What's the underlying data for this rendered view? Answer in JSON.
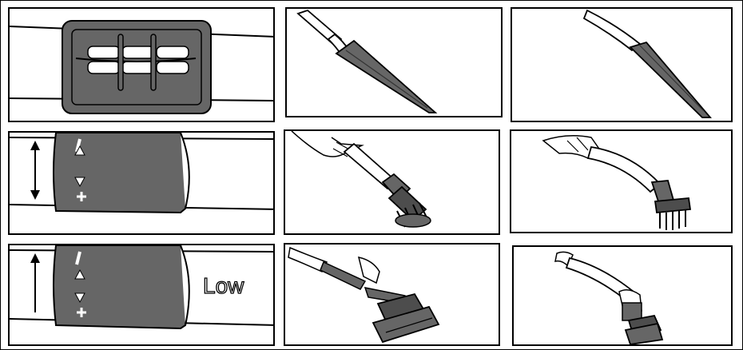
{
  "labels": {
    "low": "Low"
  },
  "colors": {
    "band": "#666666",
    "band_dark": "#4d4d4d",
    "outline": "#000000",
    "background": "#ffffff"
  },
  "panels": [
    {
      "name": "panel-handle-grip",
      "icon": "handle-grip"
    },
    {
      "name": "panel-crevice-tool-1",
      "icon": "crevice-tool"
    },
    {
      "name": "panel-crevice-tool-2",
      "icon": "crevice-tool"
    },
    {
      "name": "panel-suction-control-bidirectional",
      "icon": "suction-slider"
    },
    {
      "name": "panel-dusting-brush-1",
      "icon": "dusting-brush"
    },
    {
      "name": "panel-dusting-brush-2",
      "icon": "dusting-brush"
    },
    {
      "name": "panel-suction-control-low",
      "icon": "suction-slider"
    },
    {
      "name": "panel-upholstery-tool-1",
      "icon": "upholstery-tool"
    },
    {
      "name": "panel-upholstery-tool-2",
      "icon": "upholstery-tool"
    }
  ]
}
